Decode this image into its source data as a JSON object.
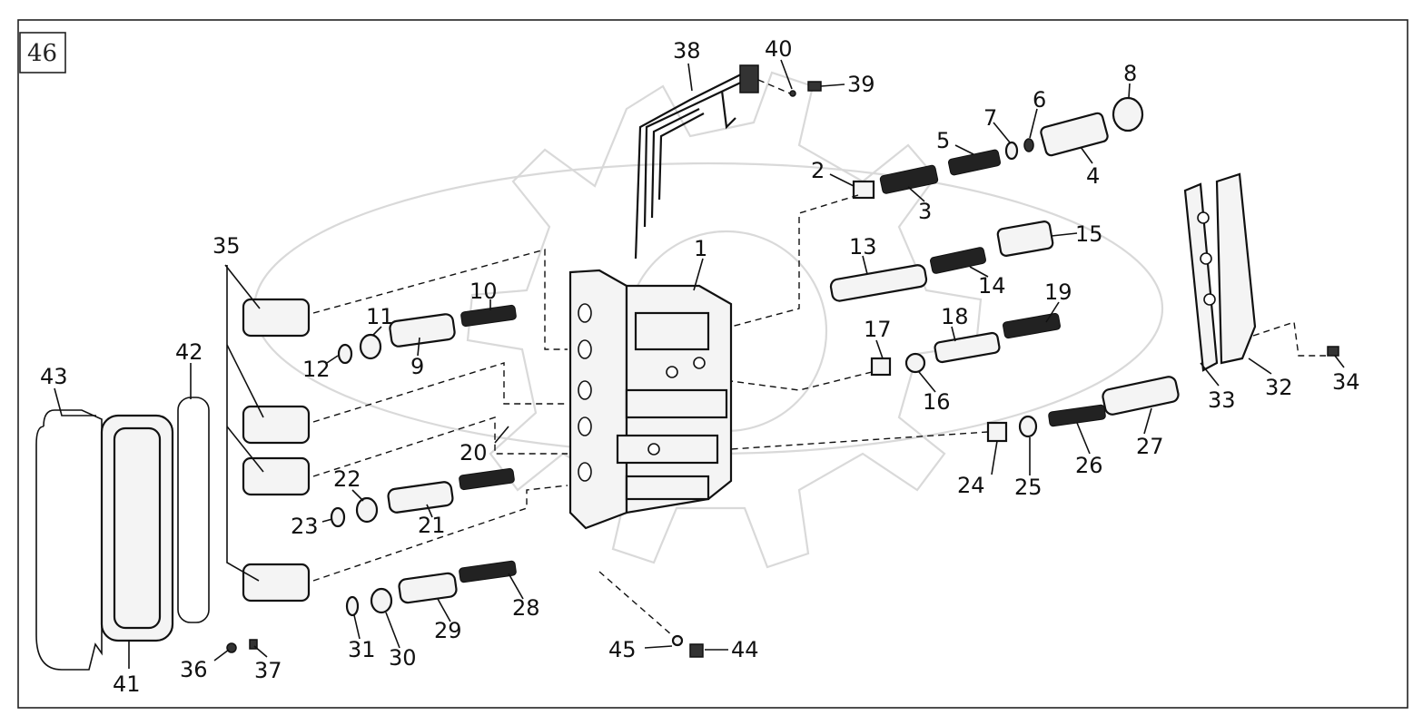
{
  "page_number": "46",
  "callouts": [
    "1",
    "2",
    "3",
    "4",
    "5",
    "6",
    "7",
    "8",
    "9",
    "10",
    "11",
    "12",
    "13",
    "14",
    "15",
    "16",
    "17",
    "18",
    "19",
    "20",
    "21",
    "22",
    "23",
    "24",
    "25",
    "26",
    "27",
    "28",
    "29",
    "30",
    "31",
    "32",
    "33",
    "34",
    "35",
    "36",
    "37",
    "38",
    "39",
    "40",
    "41",
    "42",
    "43",
    "44",
    "45"
  ]
}
